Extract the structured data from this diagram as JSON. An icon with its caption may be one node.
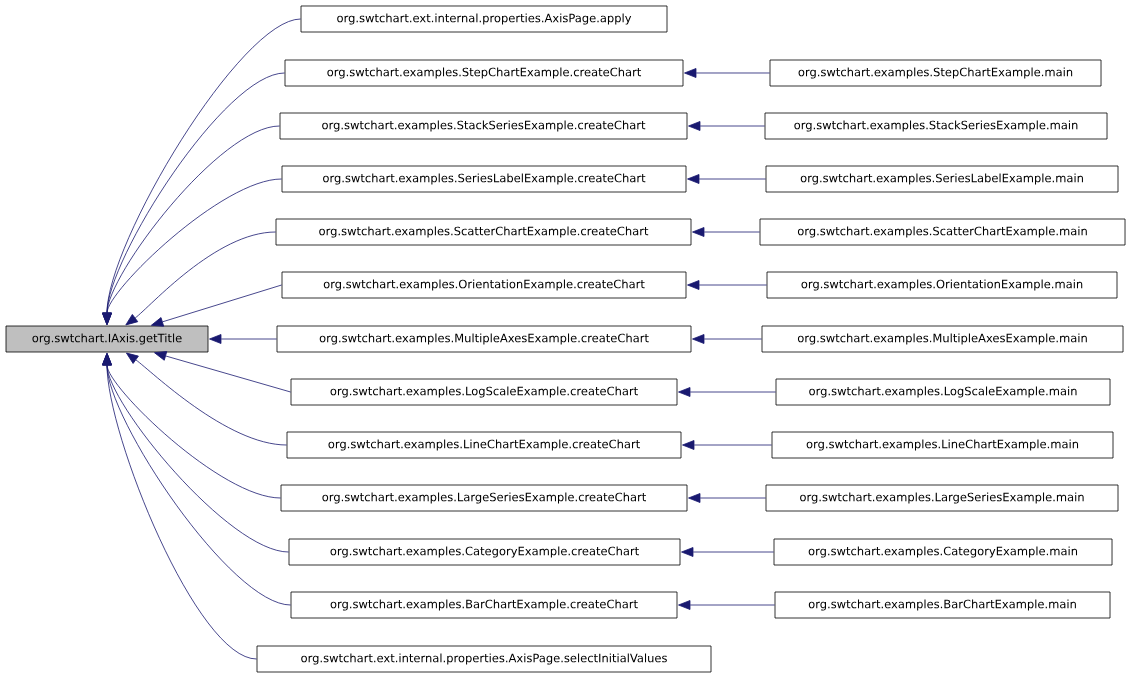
{
  "diagram": {
    "nodes": [
      {
        "text": [
          "org.swtchart.IAxis.getTitle"
        ]
      },
      {
        "text": [
          "org.swtchart.ext.internal.properties.AxisPage.apply"
        ]
      },
      {
        "text": [
          "org.swtchart.examples.StepChartExample.createChart"
        ]
      },
      {
        "text": [
          "org.swtchart.examples.StepChartExample.main"
        ]
      },
      {
        "text": [
          "org.swtchart.examples.StackSeriesExample.createChart"
        ]
      },
      {
        "text": [
          "org.swtchart.examples.StackSeriesExample.main"
        ]
      },
      {
        "text": [
          "org.swtchart.examples.SeriesLabelExample.createChart"
        ]
      },
      {
        "text": [
          "org.swtchart.examples.SeriesLabelExample.main"
        ]
      },
      {
        "text": [
          "org.swtchart.examples.ScatterChartExample.createChart"
        ]
      },
      {
        "text": [
          "org.swtchart.examples.ScatterChartExample.main"
        ]
      },
      {
        "text": [
          "org.swtchart.examples.OrientationExample.createChart"
        ]
      },
      {
        "text": [
          "org.swtchart.examples.OrientationExample.main"
        ]
      },
      {
        "text": [
          "org.swtchart.examples.MultipleAxesExample.createChart"
        ]
      },
      {
        "text": [
          "org.swtchart.examples.MultipleAxesExample.main"
        ]
      },
      {
        "text": [
          "org.swtchart.examples.LogScaleExample.createChart"
        ]
      },
      {
        "text": [
          "org.swtchart.examples.LogScaleExample.main"
        ]
      },
      {
        "text": [
          "org.swtchart.examples.LineChartExample.createChart"
        ]
      },
      {
        "text": [
          "org.swtchart.examples.LineChartExample.main"
        ]
      },
      {
        "text": [
          "org.swtchart.examples.LargeSeriesExample.createChart"
        ]
      },
      {
        "text": [
          "org.swtchart.examples.LargeSeriesExample.main"
        ]
      },
      {
        "text": [
          "org.swtchart.examples.CategoryExample.createChart"
        ]
      },
      {
        "text": [
          "org.swtchart.examples.CategoryExample.main"
        ]
      },
      {
        "text": [
          "org.swtchart.examples.BarChartExample.createChart"
        ]
      },
      {
        "text": [
          "org.swtchart.examples.BarChartExample.main"
        ]
      },
      {
        "text": [
          "org.swtchart.ext.internal.properties.AxisPage.selectInitialValues"
        ]
      }
    ],
    "edges": [
      {
        "from": 1,
        "to": 0,
        "arrow": "to"
      },
      {
        "from": 2,
        "to": 0,
        "arrow": "to"
      },
      {
        "from": 3,
        "to": 2,
        "arrow": "to"
      },
      {
        "from": 4,
        "to": 0,
        "arrow": "to"
      },
      {
        "from": 5,
        "to": 4,
        "arrow": "to"
      },
      {
        "from": 6,
        "to": 0,
        "arrow": "to"
      },
      {
        "from": 7,
        "to": 6,
        "arrow": "to"
      },
      {
        "from": 8,
        "to": 0,
        "arrow": "to"
      },
      {
        "from": 9,
        "to": 8,
        "arrow": "to"
      },
      {
        "from": 10,
        "to": 0,
        "arrow": "to"
      },
      {
        "from": 11,
        "to": 10,
        "arrow": "to"
      },
      {
        "from": 12,
        "to": 0,
        "arrow": "to"
      },
      {
        "from": 13,
        "to": 12,
        "arrow": "to"
      },
      {
        "from": 14,
        "to": 0,
        "arrow": "to"
      },
      {
        "from": 15,
        "to": 14,
        "arrow": "to"
      },
      {
        "from": 16,
        "to": 0,
        "arrow": "to"
      },
      {
        "from": 17,
        "to": 16,
        "arrow": "to"
      },
      {
        "from": 18,
        "to": 0,
        "arrow": "to"
      },
      {
        "from": 19,
        "to": 18,
        "arrow": "to"
      },
      {
        "from": 20,
        "to": 0,
        "arrow": "to"
      },
      {
        "from": 21,
        "to": 20,
        "arrow": "to"
      },
      {
        "from": 22,
        "to": 0,
        "arrow": "to"
      },
      {
        "from": 23,
        "to": 22,
        "arrow": "to"
      },
      {
        "from": 24,
        "to": 0,
        "arrow": "to"
      }
    ]
  }
}
